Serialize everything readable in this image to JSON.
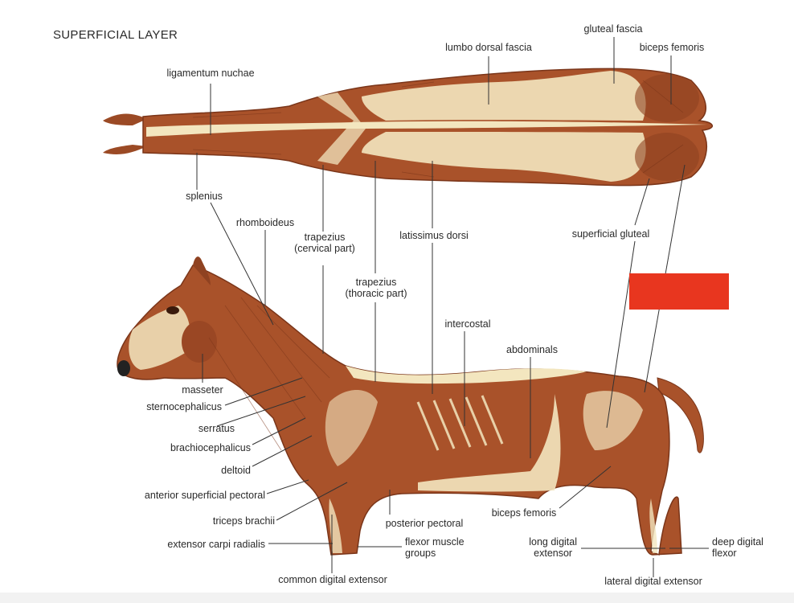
{
  "title": "SUPERFICIAL LAYER",
  "colors": {
    "muscle": "#a9522a",
    "muscle_dark": "#7a3519",
    "fascia": "#f3e6bf",
    "leader": "#333333",
    "redact": "#e8361f",
    "hoof": "#b99a78"
  },
  "labels": {
    "ligamentum_nuchae": "ligamentum nuchae",
    "lumbo_dorsal_fascia": "lumbo dorsal fascia",
    "gluteal_fascia": "gluteal fascia",
    "biceps_femoris_top": "biceps femoris",
    "splenius": "splenius",
    "rhomboideus": "rhomboideus",
    "trapezius_cervical": "trapezius\n(cervical part)",
    "latissimus_dorsi": "latissimus dorsi",
    "superficial_gluteal": "superficial gluteal",
    "trapezius_thoracic": "trapezius\n(thoracic part)",
    "intercostal": "intercostal",
    "abdominals": "abdominals",
    "masseter": "masseter",
    "sternocephalicus": "sternocephalicus",
    "serratus": "serratus",
    "brachiocephalicus": "brachiocephalicus",
    "deltoid": "deltoid",
    "anterior_superficial_pectoral": "anterior superficial pectoral",
    "triceps_brachii": "triceps brachii",
    "extensor_carpi_radialis": "extensor carpi radialis",
    "common_digital_extensor": "common digital extensor",
    "posterior_pectoral": "posterior pectoral",
    "flexor_muscle_groups": "flexor muscle\ngroups",
    "biceps_femoris_bottom": "biceps femoris",
    "long_digital_extensor": "long digital\nextensor",
    "deep_digital_flexor": "deep digital\nflexor",
    "lateral_digital_extensor": "lateral digital extensor"
  }
}
